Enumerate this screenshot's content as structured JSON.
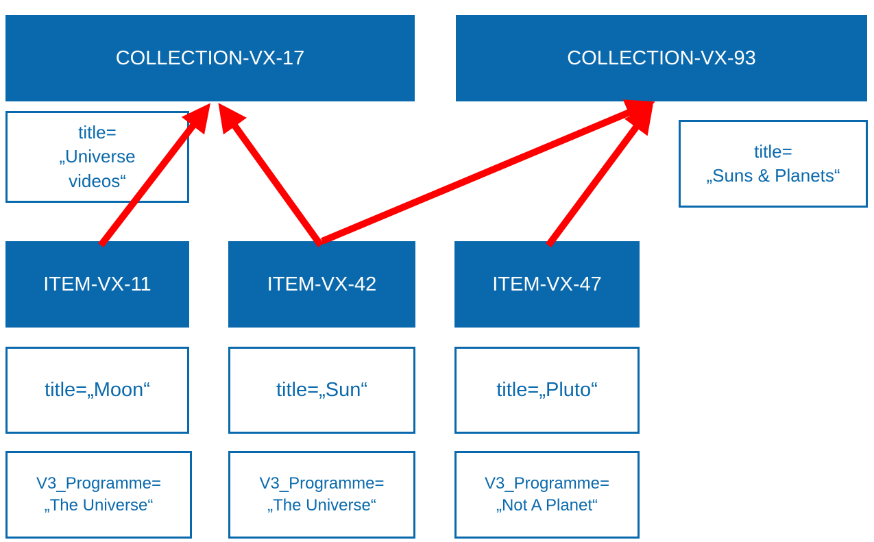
{
  "colors": {
    "primary_blue": "#0a69ac",
    "arrow_red": "#fe0000",
    "box_text_white": "#ffffff"
  },
  "collections": [
    {
      "id": "COLLECTION-VX-17",
      "annotation": "title=\n„Universe\nvideos“"
    },
    {
      "id": "COLLECTION-VX-93",
      "annotation": "title=\n„Suns & Planets“"
    }
  ],
  "items": [
    {
      "id": "ITEM-VX-11",
      "title": "title=„Moon“",
      "programme": "V3_Programme=\n„The Universe“"
    },
    {
      "id": "ITEM-VX-42",
      "title": "title=„Sun“",
      "programme": "V3_Programme=\n„The Universe“"
    },
    {
      "id": "ITEM-VX-47",
      "title": "title=„Pluto“",
      "programme": "V3_Programme=\n„Not A Planet“"
    }
  ],
  "links": [
    {
      "from": "ITEM-VX-11",
      "to": "COLLECTION-VX-17"
    },
    {
      "from": "ITEM-VX-42",
      "to": "COLLECTION-VX-17"
    },
    {
      "from": "ITEM-VX-42",
      "to": "COLLECTION-VX-93"
    },
    {
      "from": "ITEM-VX-47",
      "to": "COLLECTION-VX-93"
    }
  ]
}
